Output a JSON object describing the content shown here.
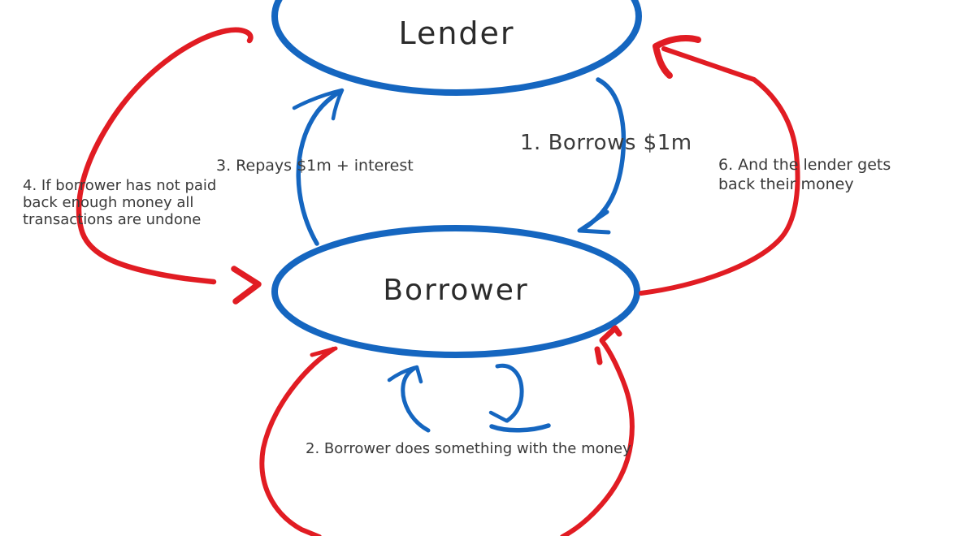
{
  "colors": {
    "blue": "#1566c0",
    "red": "#e11c23",
    "text": "#3a3a3a",
    "background": "#ffffff"
  },
  "nodes": {
    "lender": "Lender",
    "borrower": "Borrower"
  },
  "annotations": {
    "step1": "1. Borrows $1m",
    "step2": "2. Borrower does something with the money",
    "step3": "3. Repays $1m + interest",
    "step4_lines": [
      "4. If borrower has not paid",
      "back enough money all",
      "transactions are undone"
    ],
    "step6_lines": [
      "6. And the lender gets",
      "back their money"
    ]
  }
}
